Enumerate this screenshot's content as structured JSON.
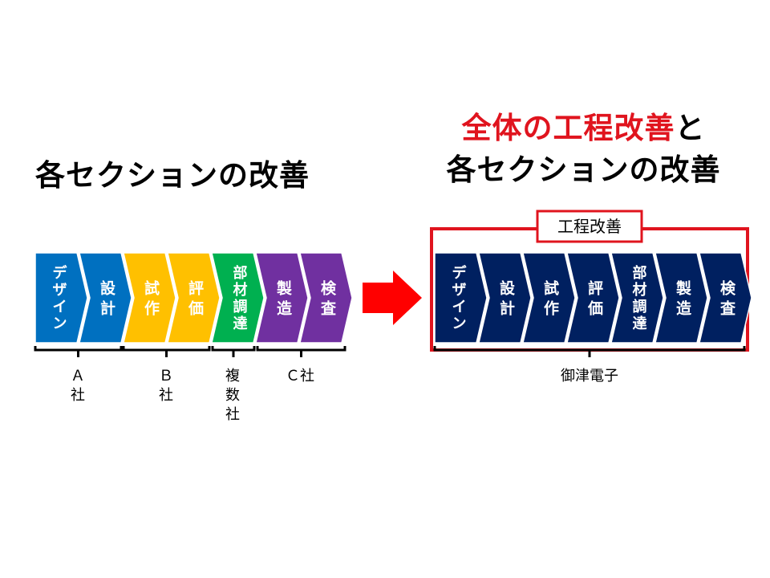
{
  "left": {
    "title": "各セクションの改善",
    "steps": [
      {
        "label": "デザイン",
        "color": "#0070c0"
      },
      {
        "label": "設計",
        "color": "#0070c0"
      },
      {
        "label": "試作",
        "color": "#ffc000"
      },
      {
        "label": "評価",
        "color": "#ffc000"
      },
      {
        "label": "部材調達",
        "color": "#00b050"
      },
      {
        "label": "製造",
        "color": "#7030a0"
      },
      {
        "label": "検査",
        "color": "#7030a0"
      }
    ],
    "companies": [
      {
        "label": "Ａ社"
      },
      {
        "label": "Ｂ社"
      },
      {
        "label": "複数社"
      },
      {
        "label": "Ｃ社"
      }
    ]
  },
  "right": {
    "title_highlight": "全体の工程改善",
    "title_connector": "と",
    "title_line2": "各セクションの改善",
    "improve_label": "工程改善",
    "company": "御津電子",
    "step_color": "#002060",
    "frame_color": "#e0141e",
    "steps": [
      "デザイン",
      "設計",
      "試作",
      "評価",
      "部材調達",
      "製造",
      "検査"
    ]
  },
  "arrow_color": "#ff0000"
}
